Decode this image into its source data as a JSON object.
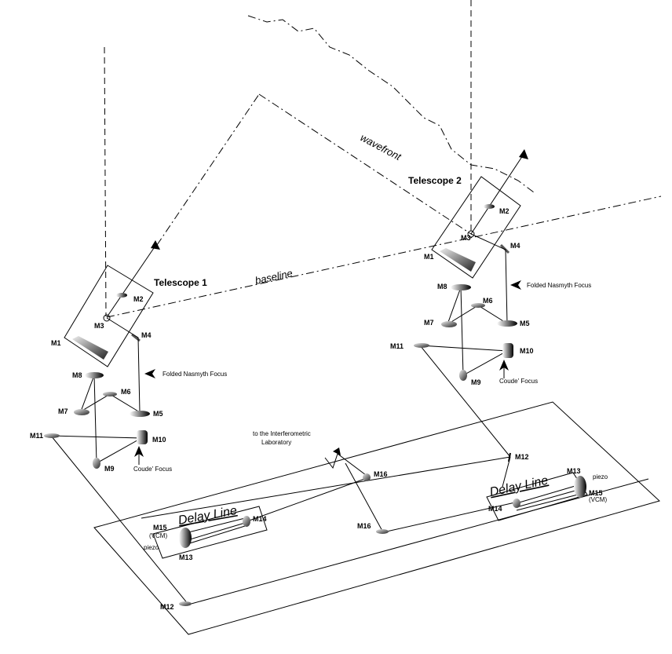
{
  "diagram": {
    "wavefront": "wavefront",
    "baseline": "baseline",
    "telescope1": {
      "title": "Telescope 1",
      "mirrors": {
        "m1": "M1",
        "m2": "M2",
        "m3": "M3",
        "m4": "M4",
        "m5": "M5",
        "m6": "M6",
        "m7": "M7",
        "m8": "M8",
        "m9": "M9",
        "m10": "M10",
        "m11": "M11"
      },
      "nasmyth": "Folded Nasmyth Focus",
      "coude": "Coude' Focus"
    },
    "telescope2": {
      "title": "Telescope 2",
      "mirrors": {
        "m1": "M1",
        "m2": "M2",
        "m3": "M3",
        "m4": "M4",
        "m5": "M5",
        "m6": "M6",
        "m7": "M7",
        "m8": "M8",
        "m9": "M9",
        "m10": "M10",
        "m11": "M11"
      },
      "nasmyth": "Folded Nasmyth Focus",
      "coude": "Coude' Focus"
    },
    "lab": {
      "label_line1": "to the Interferometric",
      "label_line2": "Laboratory",
      "m12_left": "M12",
      "m12_right": "M12",
      "m16_upper": "M16",
      "m16_lower": "M16"
    },
    "delay_line_left": {
      "title": "Delay Line",
      "m13": "M13",
      "m14": "M14",
      "m15": "M15",
      "vcm": "(VCM)",
      "piezo": "piezo"
    },
    "delay_line_right": {
      "title": "Delay Line",
      "m13": "M13",
      "m14": "M14",
      "m15": "M15",
      "vcm": "(VCM)",
      "piezo": "piezo"
    }
  }
}
